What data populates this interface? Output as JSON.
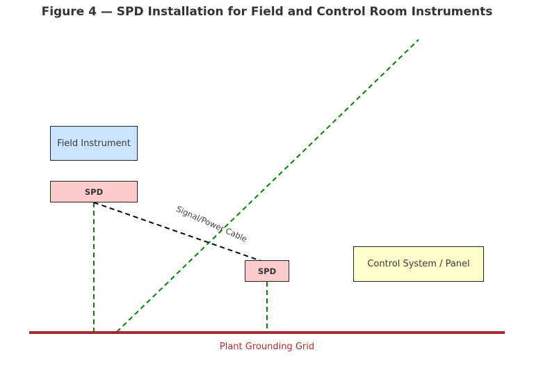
{
  "title": "Figure 4 — SPD Installation for Field and Control Room Instruments",
  "nodes": {
    "field_instrument": {
      "label": "Field Instrument",
      "fill": "#cce5ff"
    },
    "spd_field": {
      "label": "SPD",
      "fill": "#ffcccc"
    },
    "spd_control": {
      "label": "SPD",
      "fill": "#ffcccc"
    },
    "control_panel": {
      "label": "Control System / Panel",
      "fill": "#ffffcc"
    }
  },
  "edges": {
    "cable": {
      "label": "Signal/Power Cable",
      "color": "#000000",
      "style": "dashed"
    },
    "ground_conductors": {
      "color": "#008000",
      "style": "dashed"
    }
  },
  "ground": {
    "label": "Plant Grounding Grid",
    "color": "#a52a2a"
  }
}
